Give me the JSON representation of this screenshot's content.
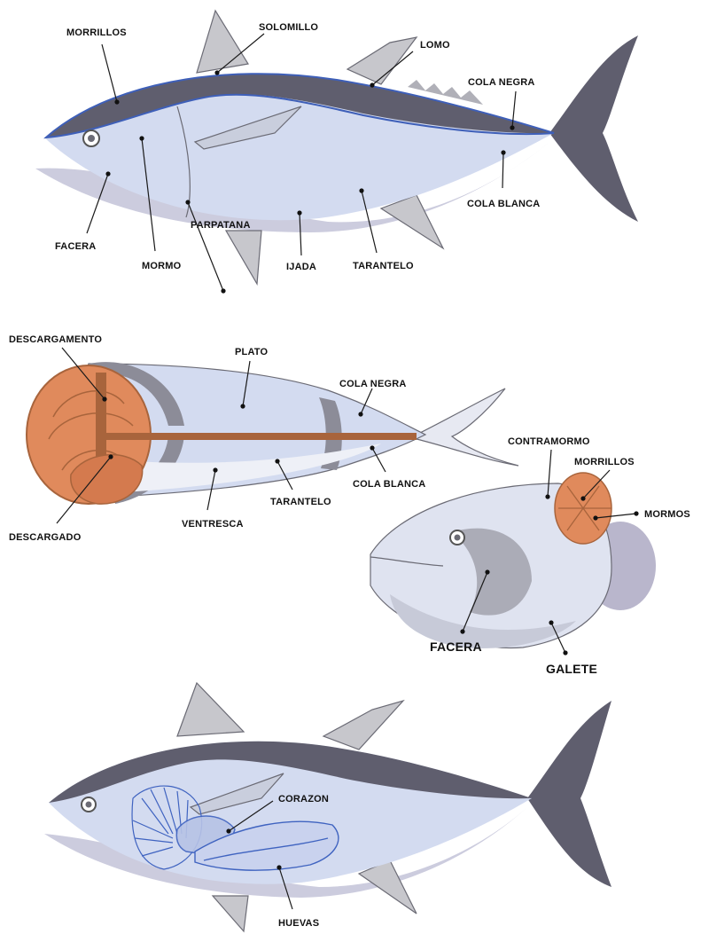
{
  "colors": {
    "dark_back": "#5f5e6e",
    "light_body": "#cfd7ee",
    "belly": "#ccccde",
    "fin": "#b8b8c0",
    "cut_orange": "#e08a5c",
    "cut_brown": "#a8643c",
    "vessel_blue": "#3f63c0",
    "outline_blue": "#3e5fb8"
  },
  "figure1": {
    "labels": {
      "morrillos": "MORRILLOS",
      "solomillo": "SOLOMILLO",
      "lomo": "LOMO",
      "cola_negra": "COLA NEGRA",
      "cola_blanca": "COLA BLANCA",
      "facera": "FACERA",
      "parpatana": "PARPATANA",
      "mormo": "MORMO",
      "ijada": "IJADA",
      "tarantelo": "TARANTELO"
    }
  },
  "figure2": {
    "labels": {
      "descargamento": "DESCARGAMENTO",
      "plato": "PLATO",
      "cola_negra": "COLA NEGRA",
      "cola_blanca": "COLA BLANCA",
      "tarantelo": "TARANTELO",
      "ventresca": "VENTRESCA",
      "descargado": "DESCARGADO"
    }
  },
  "figure3": {
    "labels": {
      "contramormo": "CONTRAMORMO",
      "morrillos": "MORRILLOS",
      "mormos": "MORMOS",
      "facera": "FACERA",
      "galete": "GALETE"
    }
  },
  "figure4": {
    "labels": {
      "corazon": "CORAZON",
      "huevas": "HUEVAS"
    }
  }
}
